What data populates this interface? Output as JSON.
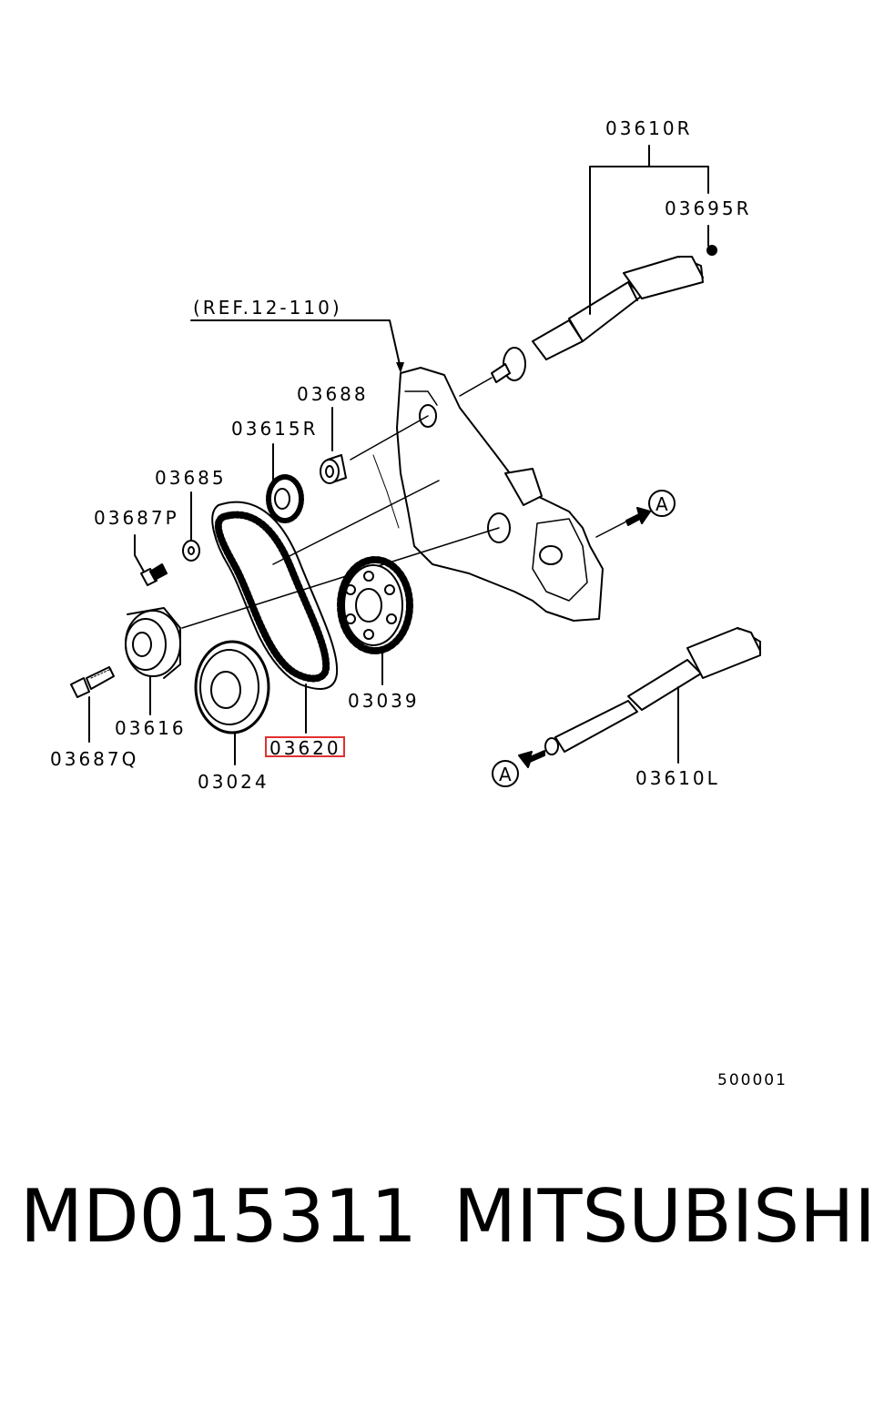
{
  "diagram": {
    "ref_label": "(REF.12-110)",
    "callouts": {
      "p03610R": "03610R",
      "p03695R": "03695R",
      "p03688": "03688",
      "p03615R": "03615R",
      "p03685": "03685",
      "p03687P": "03687P",
      "p03616": "03616",
      "p03687Q": "03687Q",
      "p03024": "03024",
      "p03620": "03620",
      "p03039": "03039",
      "p03610L": "03610L"
    },
    "arrow_marker": "A",
    "highlighted_part": "03620",
    "figure_code": "500001"
  },
  "footer": {
    "part_number": "MD015311",
    "brand": "MITSUBISHI"
  }
}
